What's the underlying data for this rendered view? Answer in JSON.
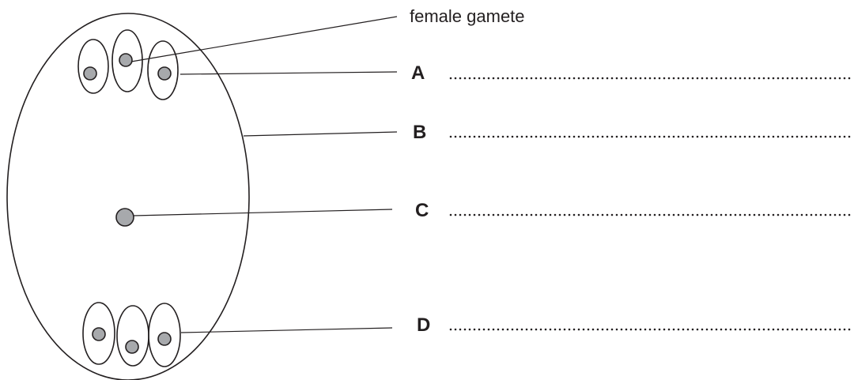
{
  "labels": {
    "female_gamete": "female gamete",
    "a": "A",
    "b": "B",
    "c": "C",
    "d": "D"
  },
  "colors": {
    "outline": "#231f20",
    "nucleus_fill": "#a7a9ac",
    "background": "#ffffff"
  }
}
